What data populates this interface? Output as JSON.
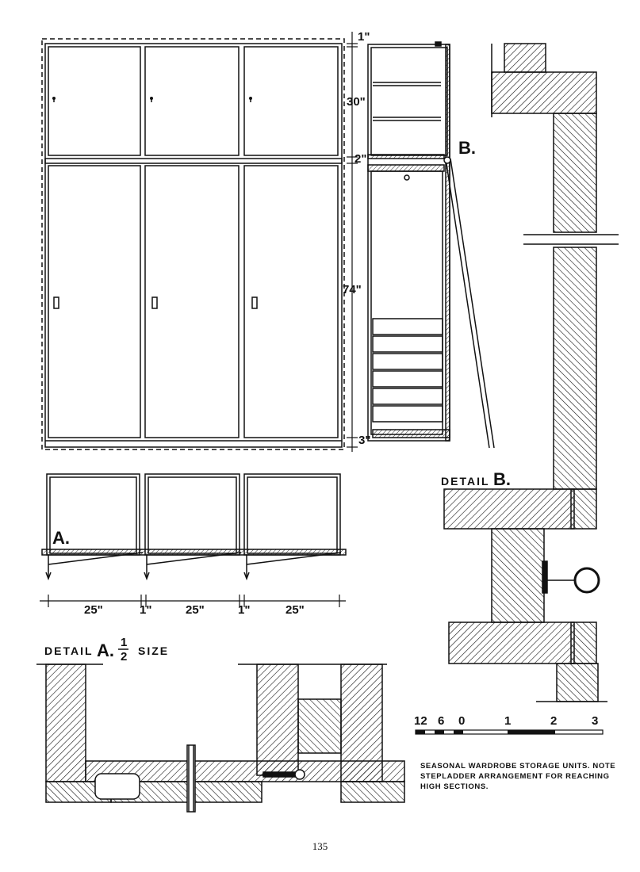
{
  "elevation": {
    "dim_top_gap": "1\"",
    "dim_upper": "30\"",
    "dim_rail": "2\"",
    "dim_lower": "74\"",
    "dim_base": "3\""
  },
  "section_a": {
    "label": "A.",
    "widths": [
      "25\"",
      "1\"",
      "25\"",
      "1\"",
      "25\""
    ]
  },
  "detail_a": {
    "title": "DETAIL",
    "letter": "A.",
    "frac_num": "1",
    "frac_den": "2",
    "size": "SIZE"
  },
  "section_b": {
    "label": "B."
  },
  "detail_b": {
    "title": "DETAIL",
    "letter": "B."
  },
  "scale_bar": {
    "labels": [
      "12",
      "6",
      "0",
      "1",
      "2",
      "3"
    ]
  },
  "caption": "Seasonal wardrobe storage units. Note stepladder arrangement for reaching high sections.",
  "page_number": "135"
}
